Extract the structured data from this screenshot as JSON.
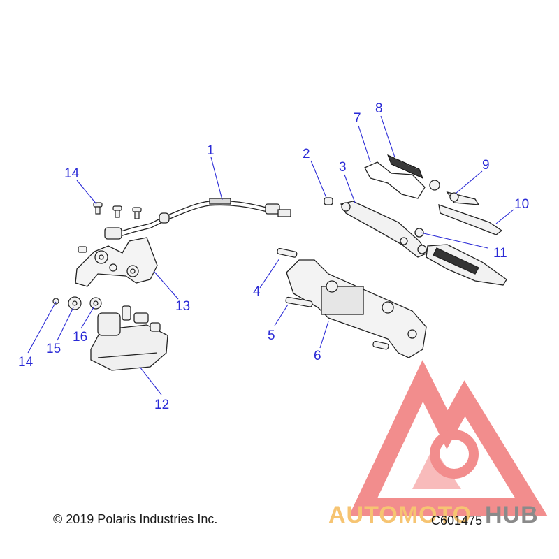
{
  "callouts": [
    "1",
    "2",
    "3",
    "4",
    "5",
    "6",
    "7",
    "8",
    "9",
    "10",
    "11",
    "12",
    "13",
    "14",
    "14",
    "15",
    "16"
  ],
  "footer": {
    "copyright": "© 2019 Polaris Industries Inc.",
    "diagram_code": "C601475"
  },
  "watermark": {
    "brand_part1": "AUTOMOTO",
    "brand_part2": "HUB",
    "colors": {
      "triangle": "#f07a7a",
      "brand_text": "#f6c472",
      "brand_hub": "#8a8a8a"
    }
  },
  "colors": {
    "callout_text": "#2a2ad6",
    "leader_line": "#2a2ad6",
    "part_outline": "#222222"
  }
}
